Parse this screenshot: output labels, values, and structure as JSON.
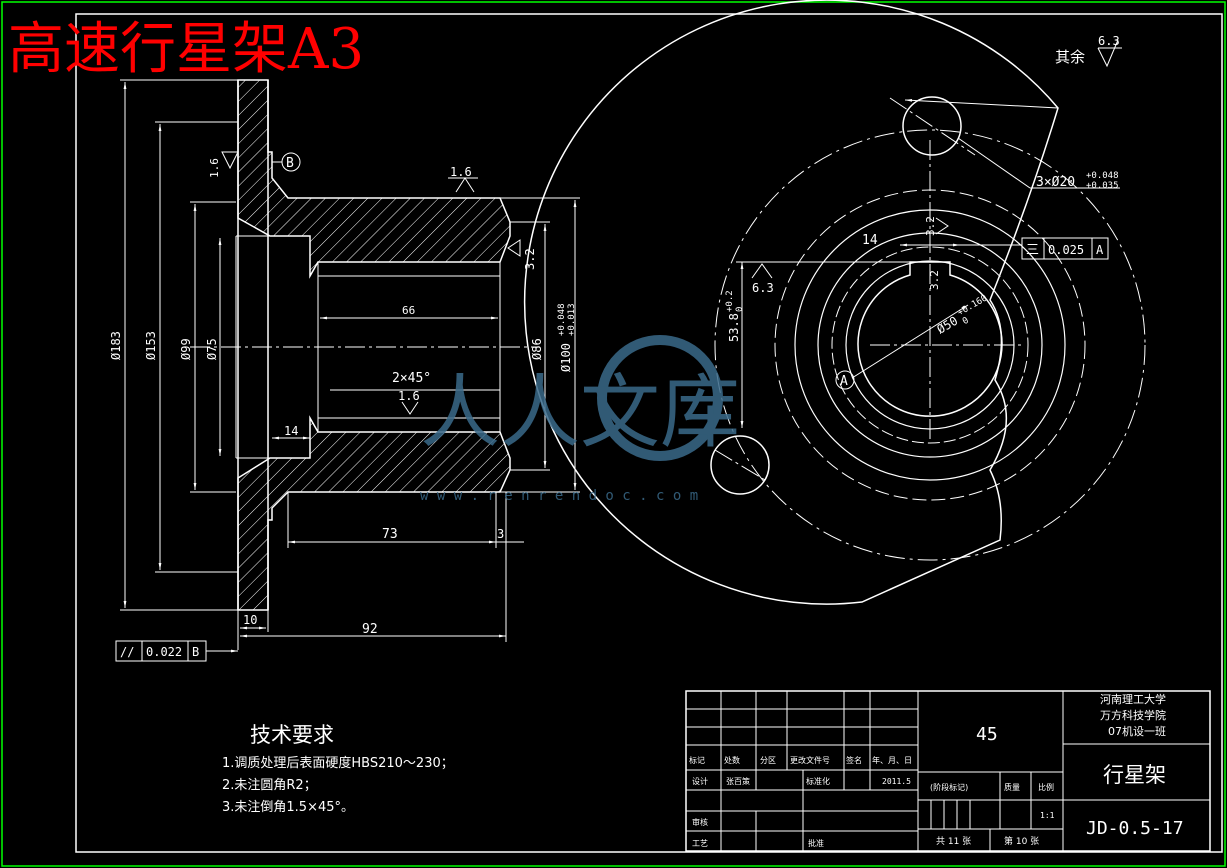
{
  "title_overlay": "高速行星架A3",
  "surface_finish_other": {
    "label": "其余",
    "value": "6.3"
  },
  "section_view": {
    "datum_b": "B",
    "roughness": [
      "1.6",
      "1.6",
      "3.2",
      "1.6"
    ],
    "diameters": [
      "Ø183",
      "Ø153",
      "Ø99",
      "Ø75",
      "Ø86"
    ],
    "bore_fit": {
      "base": "Ø100",
      "upper": "+0.048",
      "lower": "+0.013"
    },
    "lengths": {
      "bore": "66",
      "chamfer": "2×45°",
      "recess": "14",
      "body": "73",
      "step": "3",
      "flange": "10",
      "total": "92"
    },
    "tolerance_frame": {
      "symbol": "//",
      "value": "0.022",
      "datum": "B"
    }
  },
  "end_view": {
    "holes": {
      "base": "3×Ø20",
      "upper": "+0.048",
      "lower": "+0.035"
    },
    "key_width": "14",
    "roughness": [
      "3.2",
      "3.2",
      "6.3"
    ],
    "symmetry_frame": {
      "symbol": "三",
      "value": "0.025",
      "datum": "A"
    },
    "key_depth": {
      "base": "53.8",
      "upper": "+0.2",
      "lower": "0"
    },
    "center_bore": {
      "base": "Ø50",
      "upper": "+0.160",
      "lower": "0"
    },
    "datum_a": "A"
  },
  "watermark": {
    "text": "人人文库",
    "url": "w w w . r e n r e n d o c . c o m",
    "color": "#3a6a8a"
  },
  "tech_requirements": {
    "heading": "技术要求",
    "items": [
      "1.调质处理后表面硬度HBS210～230；",
      "2.未注圆角R2；",
      "3.未注倒角1.5×45°。"
    ]
  },
  "title_block": {
    "material": "45",
    "school": [
      "河南理工大学",
      "万方科技学院",
      "07机设一班"
    ],
    "part_name": "行星架",
    "drawing_no": "JD-0.5-17",
    "headers": [
      "标记",
      "处数",
      "分区",
      "更改文件号",
      "签名",
      "年、月、日"
    ],
    "design_label": "设计",
    "designer": "张百策",
    "standardize_label": "标准化",
    "date": "2011.5",
    "stage_label": "(阶段标记)",
    "weight_label": "质量",
    "scale_label": "比例",
    "scale": "1:1",
    "review_label": "审核",
    "process_label": "工艺",
    "approve_label": "批准",
    "sheets_total": "共 11 张",
    "sheet_no": "第 10 张"
  },
  "colors": {
    "background": "#000000",
    "line": "#ffffff",
    "frame": "#00ff00",
    "overlay": "#ff0000",
    "hatch": "#ffffff"
  }
}
